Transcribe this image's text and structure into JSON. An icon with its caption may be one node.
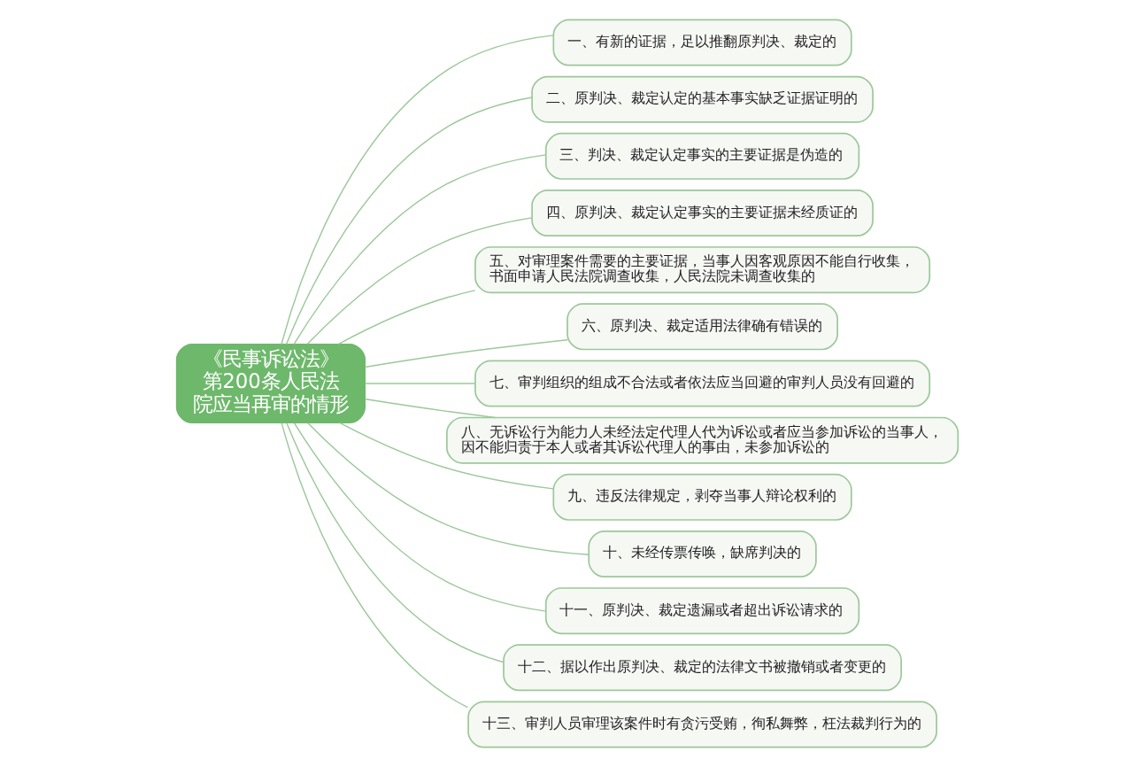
{
  "diagram": {
    "nodes": [
      {
        "text": [
          "《民事诉讼法》第200条人民法院应当再审的情形"
        ]
      },
      {
        "text": [
          "一、有新的证据，足以推翻原判决、裁定的"
        ]
      },
      {
        "text": [
          "二、原判决、裁定认定的基本事实缺乏证据证明的"
        ]
      },
      {
        "text": [
          "三、判决、裁定认定事实的主要证据是伪造的"
        ]
      },
      {
        "text": [
          "四、原判决、裁定认定事实的主要证据未经质证的"
        ]
      },
      {
        "text": [
          "五、对审理案件需要的主要证据，当事人因客观原因不能自行收集，书面申请人民法院调查收集，人民法院未调查收集的"
        ]
      },
      {
        "text": [
          "六、原判决、裁定适用法律确有错误的"
        ]
      },
      {
        "text": [
          "七、审判组织的组成不合法或者依法应当回避的审判人员没有回避的"
        ]
      },
      {
        "text": [
          "八、无诉讼行为能力人未经法定代理人代为诉讼或者应当参加诉讼的当事人，因不能归责于本人或者其诉讼代理人的事由，未参加诉讼的"
        ]
      },
      {
        "text": [
          "九、违反法律规定，剥夺当事人辩论权利的"
        ]
      },
      {
        "text": [
          "十、未经传票传唤，缺席判决的"
        ]
      },
      {
        "text": [
          "十一、原判决、裁定遗漏或者超出诉讼请求的"
        ]
      },
      {
        "text": [
          "十二、据以作出原判决、裁定的法律文书被撤销或者变更的"
        ]
      },
      {
        "text": [
          "十三、审判人员审理该案件时有贪污受贿，徇私舞弊，枉法裁判行为的"
        ]
      }
    ],
    "edges": [
      {
        "from": 0,
        "to": 1,
        "arrow": "none"
      },
      {
        "from": 0,
        "to": 2,
        "arrow": "none"
      },
      {
        "from": 0,
        "to": 3,
        "arrow": "none"
      },
      {
        "from": 0,
        "to": 4,
        "arrow": "none"
      },
      {
        "from": 0,
        "to": 5,
        "arrow": "none"
      },
      {
        "from": 0,
        "to": 6,
        "arrow": "none"
      },
      {
        "from": 0,
        "to": 7,
        "arrow": "none"
      },
      {
        "from": 0,
        "to": 8,
        "arrow": "none"
      },
      {
        "from": 0,
        "to": 9,
        "arrow": "none"
      },
      {
        "from": 0,
        "to": 10,
        "arrow": "none"
      },
      {
        "from": 0,
        "to": 11,
        "arrow": "none"
      },
      {
        "from": 0,
        "to": 12,
        "arrow": "none"
      },
      {
        "from": 0,
        "to": 13,
        "arrow": "none"
      }
    ]
  }
}
